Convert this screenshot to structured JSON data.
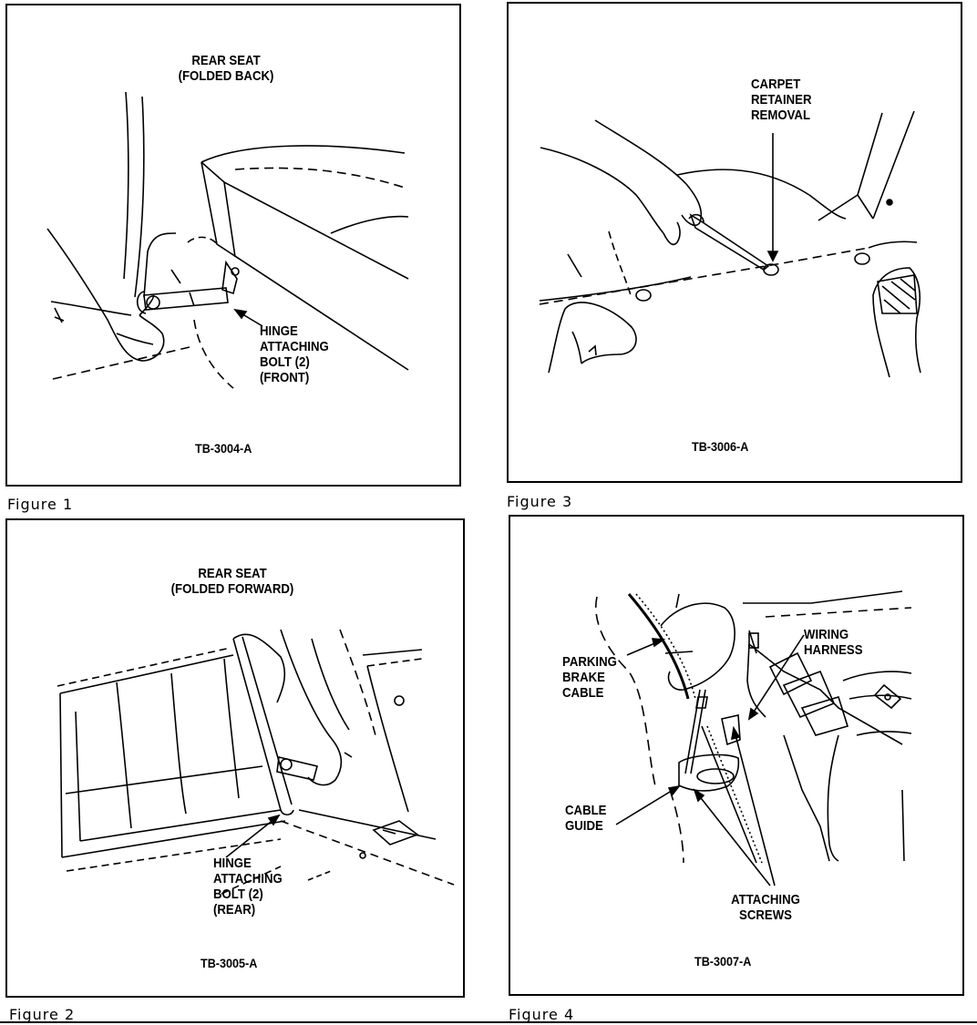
{
  "figures": [
    {
      "caption": "Figure 1",
      "code": "TB-3004-A",
      "title": [
        "REAR SEAT",
        "(FOLDED BACK)"
      ],
      "callouts": [
        {
          "lines": [
            "HINGE",
            "ATTACHING",
            "BOLT (2)",
            "(FRONT)"
          ]
        }
      ]
    },
    {
      "caption": "Figure 2",
      "code": "TB-3005-A",
      "title": [
        "REAR SEAT",
        "(FOLDED FORWARD)"
      ],
      "callouts": [
        {
          "lines": [
            "HINGE",
            "ATTACHING",
            "BOLT (2)",
            "(REAR)"
          ]
        }
      ]
    },
    {
      "caption": "Figure 3",
      "code": "TB-3006-A",
      "title": [],
      "callouts": [
        {
          "lines": [
            "CARPET",
            "RETAINER",
            "REMOVAL"
          ]
        }
      ]
    },
    {
      "caption": "Figure 4",
      "code": "TB-3007-A",
      "title": [],
      "callouts": [
        {
          "lines": [
            "PARKING",
            "BRAKE",
            "CABLE"
          ]
        },
        {
          "lines": [
            "WIRING",
            "HARNESS"
          ]
        },
        {
          "lines": [
            "CABLE",
            "GUIDE"
          ]
        },
        {
          "lines": [
            "ATTACHING",
            "SCREWS"
          ]
        }
      ]
    }
  ]
}
